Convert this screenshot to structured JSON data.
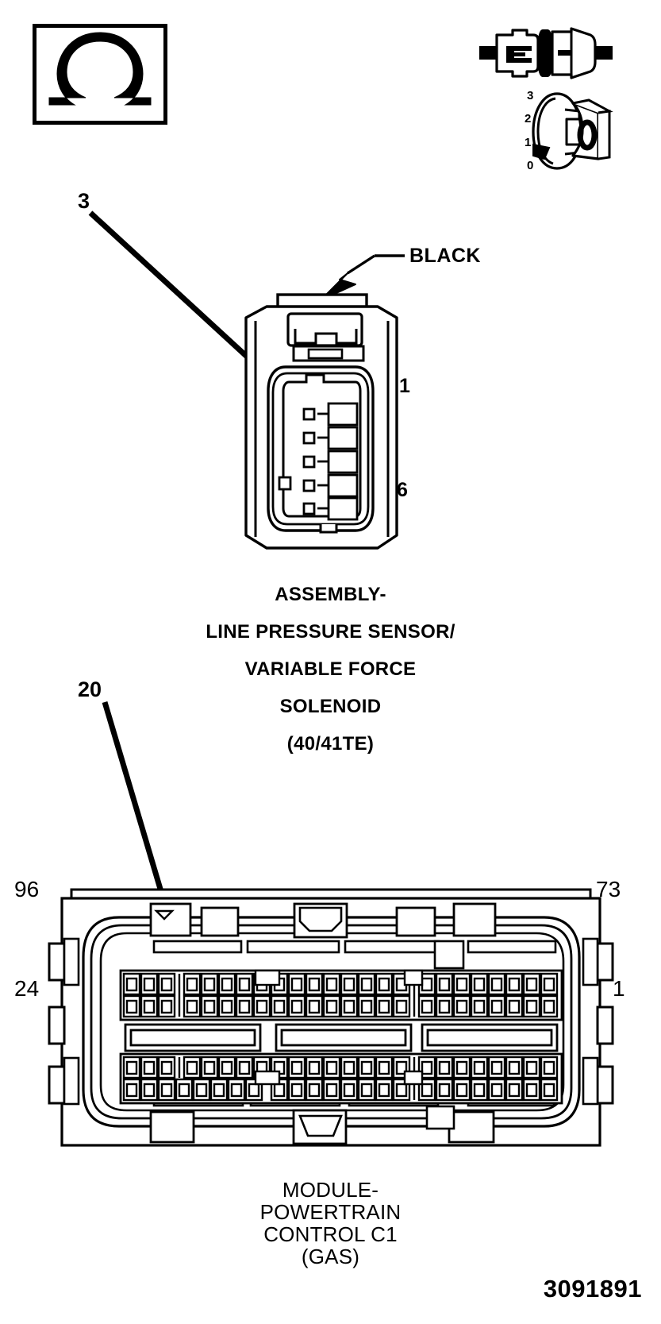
{
  "figure": {
    "part_number": "3091891"
  },
  "legend": {
    "ohm_symbol": "ohm-symbol"
  },
  "rotation_dial": {
    "digits": [
      "3",
      "2",
      "1",
      "0"
    ],
    "face_glyph": "0"
  },
  "sensor": {
    "callout": "3",
    "color_label": "BLACK",
    "pin_top": "1",
    "pin_bottom": "6",
    "caption": [
      "ASSEMBLY-",
      "LINE PRESSURE SENSOR/",
      "VARIABLE FORCE",
      "SOLENOID",
      "(40/41TE)"
    ]
  },
  "module": {
    "callout": "20",
    "pin_top_left": "96",
    "pin_top_right": "73",
    "pin_bottom_left": "24",
    "pin_bottom_right": "1",
    "caption": [
      "MODULE-",
      "POWERTRAIN",
      "CONTROL C1",
      "(GAS)"
    ]
  }
}
